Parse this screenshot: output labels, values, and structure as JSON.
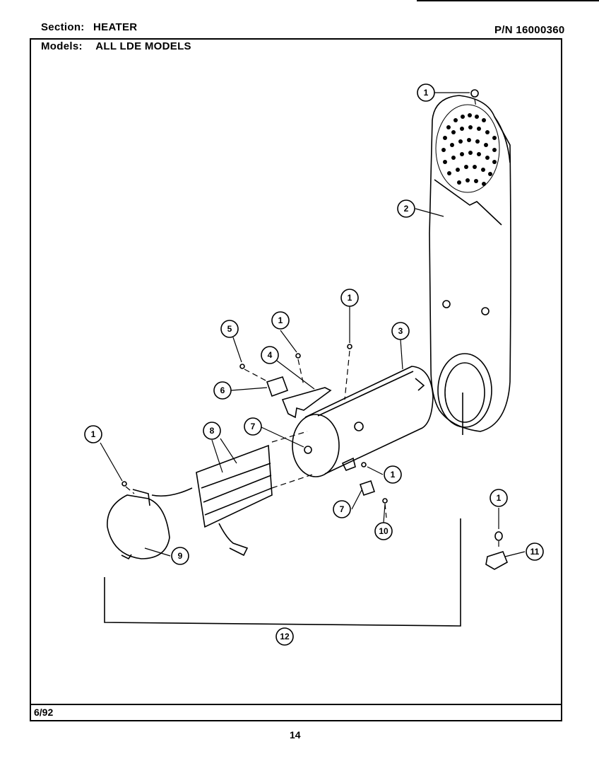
{
  "header": {
    "section_label": "Section:",
    "section_value": "HEATER",
    "part_number": "P/N 16000360",
    "models_label": "Models:",
    "models_value": "ALL LDE MODELS"
  },
  "footer": {
    "date": "6/92",
    "page_number": "14"
  },
  "callouts": [
    "1",
    "2",
    "3",
    "4",
    "5",
    "6",
    "7",
    "8",
    "9",
    "10",
    "11",
    "12"
  ]
}
